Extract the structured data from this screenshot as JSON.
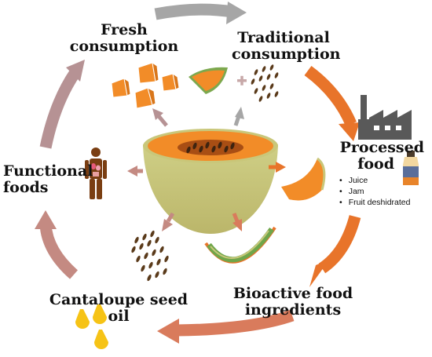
{
  "labels": {
    "fresh_line1": "Fresh",
    "fresh_line2": "consumption",
    "traditional_line1": "Traditional",
    "traditional_line2": "consumption",
    "processed_line1": "Processed",
    "processed_line2": "food",
    "functional_line1": "Functional",
    "functional_line2": "foods",
    "seed_oil_line1": "Cantaloupe seed",
    "seed_oil_line2": "oil",
    "bioactive_line1": "Bioactive food",
    "bioactive_line2": "ingredients"
  },
  "processed_products": [
    "Juice",
    "Jam",
    "Fruit deshidrated"
  ],
  "colors": {
    "melon_flesh": "#F28C28",
    "melon_rind": "#C9C77A",
    "rind_green": "#6FA64A",
    "seed": "#5A3A1A",
    "cycle_gray": "#A6A6A6",
    "cycle_orange": "#E8742A",
    "cycle_rose": "#C48A82",
    "cycle_mauve": "#B69294",
    "oil": "#F6C316",
    "person": "#7A3E12",
    "factory": "#595959"
  },
  "icons": [
    "melon-half-icon",
    "melon-cube-icon",
    "melon-slice-icon",
    "plus-icon",
    "seeds-icon",
    "factory-icon",
    "juice-bottle-icon",
    "person-organs-icon",
    "oil-drop-icon",
    "melon-rind-icon"
  ]
}
